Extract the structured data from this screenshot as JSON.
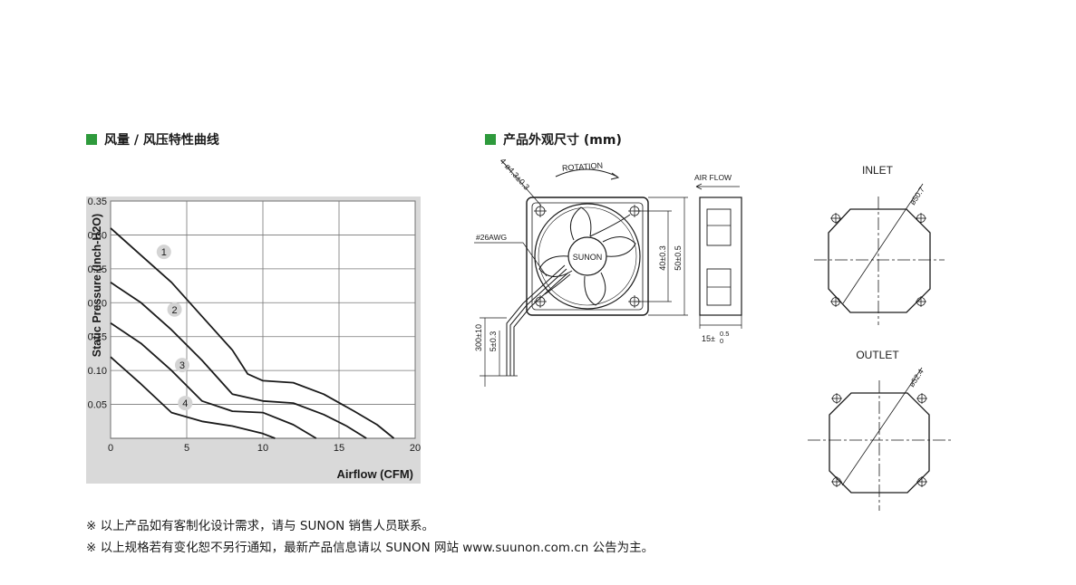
{
  "sections": {
    "curves_title": "风量 / 风压特性曲线",
    "dimensions_title": "产品外观尺寸 (mm)"
  },
  "colors": {
    "accent": "#2e9a3c",
    "panel": "#d9d9d9",
    "line": "#1a1a1a"
  },
  "chart_data": {
    "type": "line",
    "title": "",
    "xlabel": "Airflow (CFM)",
    "ylabel": "Static Pressure (Inch-H2O)",
    "xlim": [
      0,
      20
    ],
    "ylim": [
      0,
      0.35
    ],
    "xticks": [
      "0",
      "5",
      "10",
      "15",
      "20"
    ],
    "yticks": [
      "0.05",
      "0.10",
      "0.15",
      "0.20",
      "0.25",
      "0.30",
      "0.35"
    ],
    "grid": true,
    "series": [
      {
        "name": "1",
        "x": [
          0,
          2,
          4,
          6,
          8,
          9,
          10,
          12,
          14,
          16,
          17.5,
          18.6
        ],
        "y": [
          0.31,
          0.27,
          0.23,
          0.18,
          0.13,
          0.095,
          0.085,
          0.082,
          0.065,
          0.04,
          0.02,
          0
        ]
      },
      {
        "name": "2",
        "x": [
          0,
          2,
          4,
          6,
          8,
          10,
          12,
          14,
          15.5,
          16.8
        ],
        "y": [
          0.23,
          0.2,
          0.16,
          0.115,
          0.065,
          0.055,
          0.052,
          0.035,
          0.018,
          0
        ]
      },
      {
        "name": "3",
        "x": [
          0,
          2,
          4,
          6,
          8,
          10,
          12,
          13.5
        ],
        "y": [
          0.17,
          0.14,
          0.1,
          0.055,
          0.04,
          0.038,
          0.02,
          0
        ]
      },
      {
        "name": "4",
        "x": [
          0,
          2,
          4,
          6,
          8,
          10,
          10.8
        ],
        "y": [
          0.12,
          0.08,
          0.038,
          0.025,
          0.018,
          0.007,
          0
        ]
      }
    ],
    "curve_labels": [
      {
        "text": "1",
        "x": 3.5,
        "y": 0.275
      },
      {
        "text": "2",
        "x": 4.2,
        "y": 0.19
      },
      {
        "text": "3",
        "x": 4.7,
        "y": 0.108
      },
      {
        "text": "4",
        "x": 4.9,
        "y": 0.052
      }
    ]
  },
  "drawing": {
    "rotation": "ROTATION",
    "brand": "SUNON",
    "air_flow": "AIR FLOW",
    "hole": "4-ø4.3±0.3",
    "wire": "#26AWG",
    "dim_40": "40±0.3",
    "dim_50": "50±0.5",
    "dim_15": "15",
    "dim_15_tol_top": "0.5",
    "dim_15_tol_bottom": "0",
    "dim_15_pm": "±",
    "dim_300": "300±10",
    "dim_5": "5±0.3",
    "inlet": "INLET",
    "outlet": "OUTLET",
    "inlet_dia": "ø50.7",
    "outlet_dia": "ø52.4"
  },
  "notes": [
    "※ 以上产品如有客制化设计需求，请与 SUNON 销售人员联系。",
    "※ 以上规格若有变化恕不另行通知，最新产品信息请以 SUNON 网站 www.suunon.com.cn 公告为主。"
  ]
}
